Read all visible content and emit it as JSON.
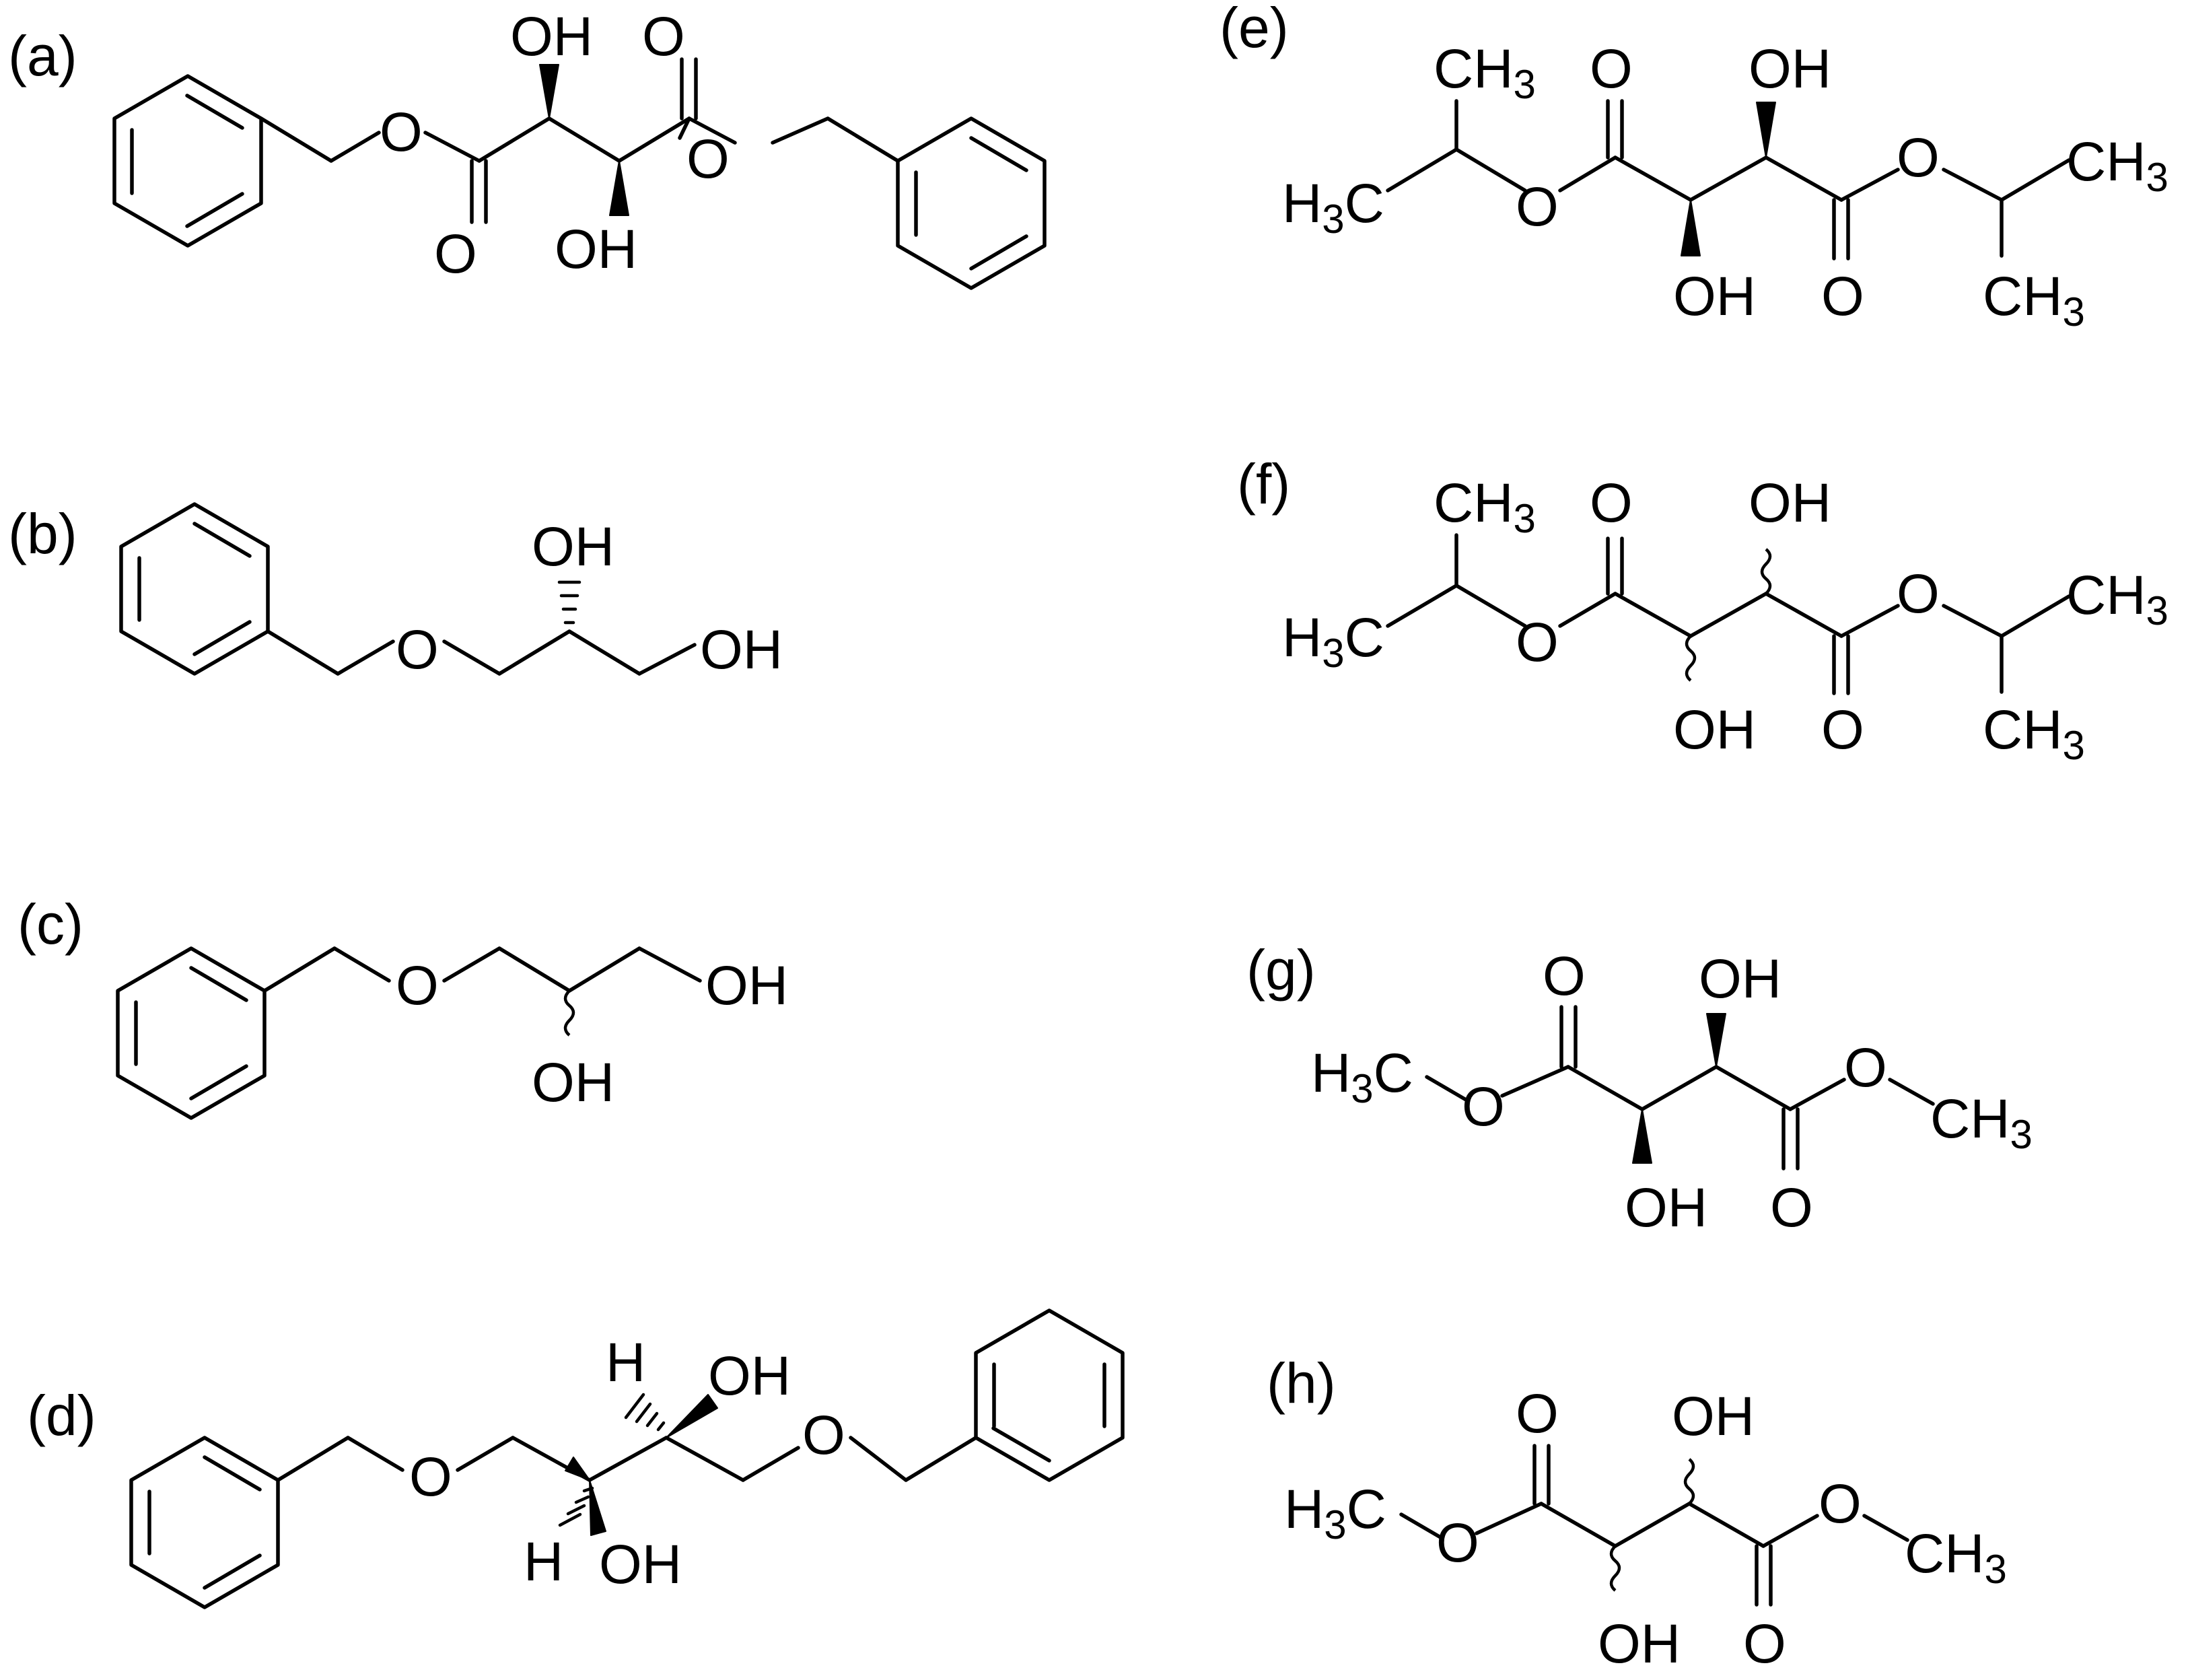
{
  "compounds": [
    {
      "id": "a",
      "label": "(a)"
    },
    {
      "id": "b",
      "label": "(b)"
    },
    {
      "id": "c",
      "label": "(c)"
    },
    {
      "id": "d",
      "label": "(d)"
    },
    {
      "id": "e",
      "label": "(e)"
    },
    {
      "id": "f",
      "label": "(f)"
    },
    {
      "id": "g",
      "label": "(g)"
    },
    {
      "id": "h",
      "label": "(h)"
    }
  ],
  "atoms": {
    "oxygen": "O",
    "hydroxyl": "OH",
    "hydrogen": "H",
    "carbon": "C",
    "methyl_h": "H",
    "subscript_3": "3"
  }
}
